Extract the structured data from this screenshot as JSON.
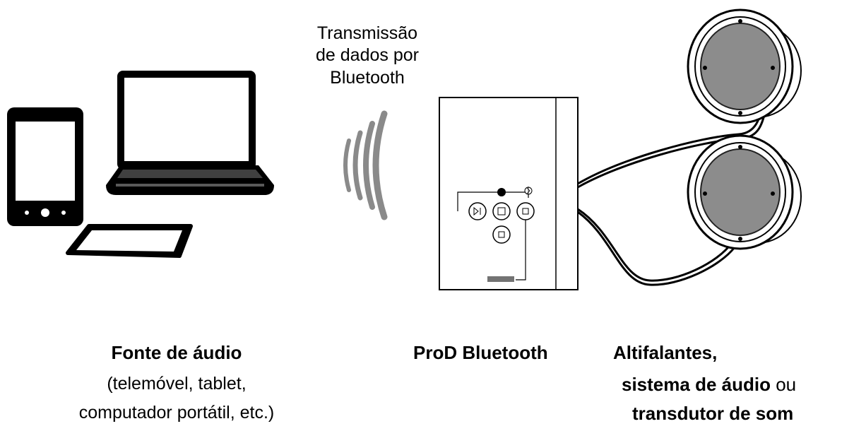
{
  "transmission_label": {
    "line1": "Transmissão",
    "line2": "de dados por",
    "line3": "Bluetooth"
  },
  "audio_source": {
    "title": "Fonte de áudio",
    "subtitle_line1": "(telemóvel, tablet,",
    "subtitle_line2": "computador portátil, etc.)"
  },
  "receiver": {
    "title": "ProD Bluetooth"
  },
  "speakers": {
    "title": "Altifalantes,",
    "line2_bold": "sistema de áudio",
    "line2_regular": " ou",
    "line3_bold": "transdutor de som"
  },
  "icons": [
    "smartphone-icon",
    "laptop-icon",
    "tablet-icon",
    "bluetooth-waves-icon",
    "bluetooth-icon",
    "prod-bluetooth-device",
    "speaker-icon"
  ],
  "colors": {
    "waves": "#8a8a8a",
    "line": "#000000",
    "speaker_cone": "#8c8c8c",
    "background": "#ffffff"
  }
}
